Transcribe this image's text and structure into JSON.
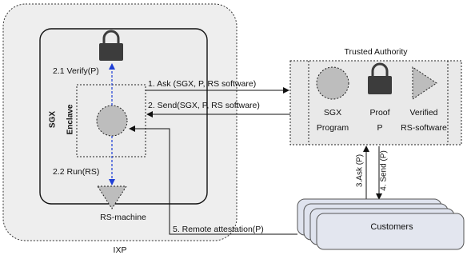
{
  "ixp": {
    "label": "IXP"
  },
  "rs_machine": {
    "label": "RS-machine"
  },
  "sgx": {
    "label": "SGX",
    "enclave_label": "Enclave"
  },
  "steps": {
    "verify": "2.1 Verify(P)",
    "run": "2.2 Run(RS)",
    "ask": "1. Ask (SGX, P, RS software)",
    "send": "2. Send(SGX, P, RS software)",
    "remote": "5. Remote attestation(P)",
    "ask3": "3.Ask (P)",
    "send4": "4. Send (P)"
  },
  "trusted_authority": {
    "title": "Trusted Authority",
    "items": [
      {
        "line1": "SGX",
        "line2": "Program"
      },
      {
        "line1": "Proof",
        "line2": "P"
      },
      {
        "line1": "Verified",
        "line2": "RS-software"
      }
    ]
  },
  "customers": {
    "label": "Customers"
  },
  "colors": {
    "frame_fill": "#eeeeee",
    "blue_arrow": "#1f3fd6",
    "gray_shape": "#bdbdbd",
    "lock": "#3c3c3c"
  }
}
